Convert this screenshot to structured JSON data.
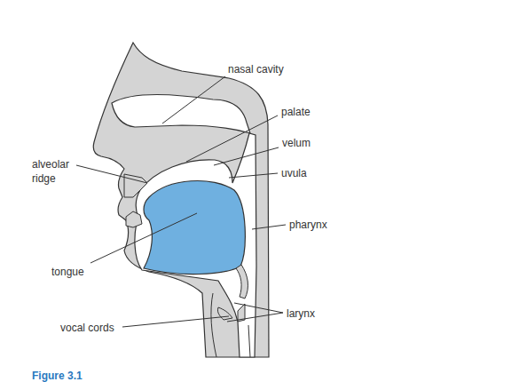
{
  "diagram": {
    "caption": "Figure 3.1",
    "labels": [
      "nasal cavity",
      "palate",
      "velum",
      "alveolar ridge",
      "uvula",
      "pharynx",
      "tongue",
      "larynx",
      "vocal cords"
    ]
  }
}
